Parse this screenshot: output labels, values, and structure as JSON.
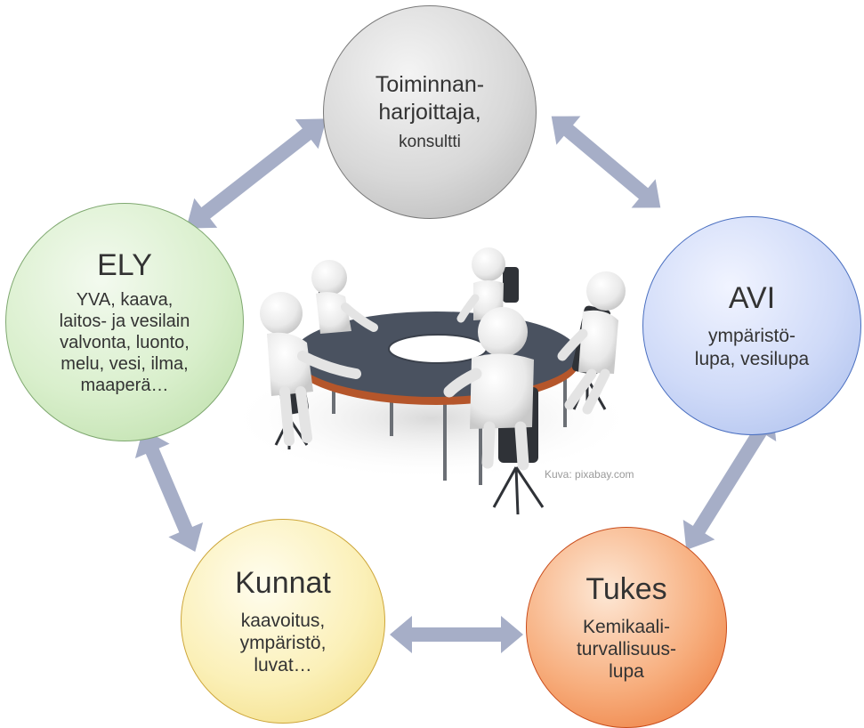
{
  "nodes": {
    "toiminnan": {
      "title": "Toiminnan-\nharjoittaja,",
      "desc": "konsultti"
    },
    "ely": {
      "title": "ELY",
      "desc": "YVA, kaava,\nlaitos- ja vesilain\nvalvonta, luonto,\nmelu, vesi, ilma,\nmaaperä…"
    },
    "avi": {
      "title": "AVI",
      "desc": "ympäristö-\nlupa, vesilupa"
    },
    "kunnat": {
      "title": "Kunnat",
      "desc": "kaavoitus,\nympäristö,\nluvat…"
    },
    "tukes": {
      "title": "Tukes",
      "desc": "Kemikaali-\nturvallisuus-\nlupa"
    }
  },
  "photo_credit": "Kuva: pixabay.com",
  "colors": {
    "arrow": "#a6aec7",
    "table_top": "#4a5260",
    "table_edge": "#b5562b",
    "figure": "#f2f2f2"
  }
}
